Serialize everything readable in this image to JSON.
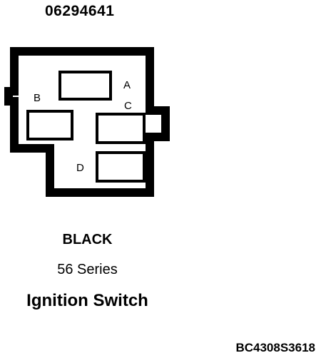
{
  "header": {
    "part_number": "06294641"
  },
  "connector": {
    "cavities": [
      {
        "id": "A",
        "label": "A"
      },
      {
        "id": "B",
        "label": "B"
      },
      {
        "id": "C",
        "label": "C"
      },
      {
        "id": "D",
        "label": "D"
      }
    ],
    "line_color": "#000000",
    "background_color": "#ffffff"
  },
  "labels": {
    "color": "BLACK",
    "series": "56 Series",
    "component": "Ignition Switch"
  },
  "footer": {
    "code": "BC4308S3618"
  }
}
